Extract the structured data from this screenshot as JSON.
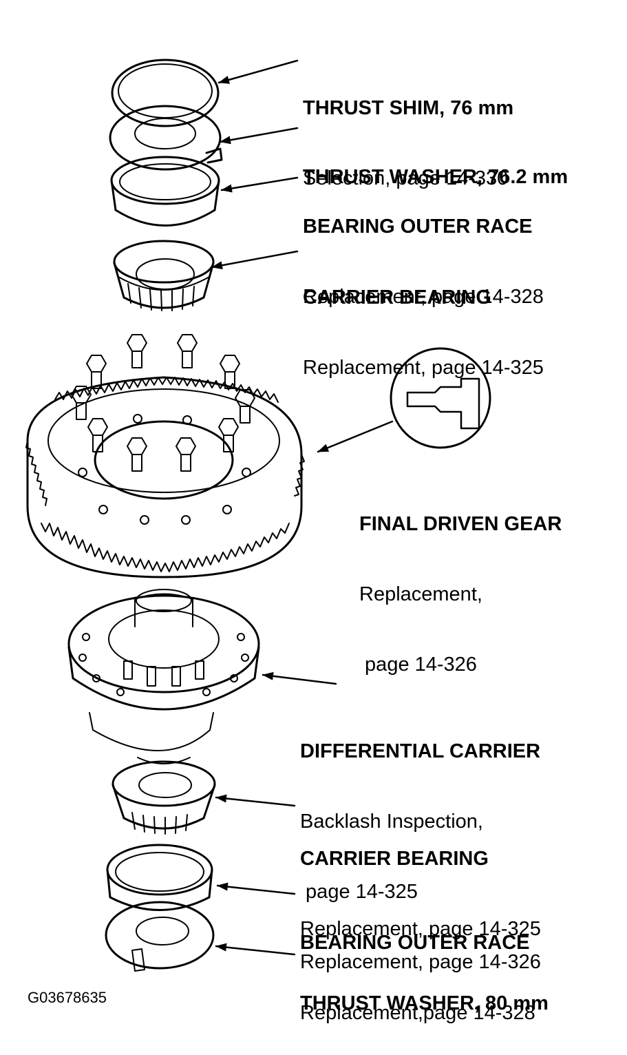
{
  "figure_id": "G03678635",
  "callouts": [
    {
      "id": "thrust-shim-76",
      "title": "THRUST SHIM, 76 mm",
      "lines": [
        "Selection, page 14-330"
      ]
    },
    {
      "id": "thrust-washer-76",
      "title": "THRUST WASHER, 76.2 mm",
      "lines": []
    },
    {
      "id": "bearing-outer-race-top",
      "title": "BEARING OUTER RACE",
      "lines": [
        "Replacement, page 14-328"
      ]
    },
    {
      "id": "carrier-bearing-top",
      "title": "CARRIER BEARING",
      "lines": [
        "Replacement, page 14-325"
      ]
    },
    {
      "id": "final-driven-gear",
      "title": "FINAL DRIVEN GEAR",
      "lines": [
        "Replacement,",
        " page 14-326"
      ]
    },
    {
      "id": "differential-carrier",
      "title": "DIFFERENTIAL CARRIER",
      "lines": [
        "Backlash Inspection,",
        " page 14-325",
        "Replacement, page 14-326"
      ]
    },
    {
      "id": "carrier-bearing-bottom",
      "title": "CARRIER BEARING",
      "lines": [
        "Replacement, page 14-325"
      ]
    },
    {
      "id": "bearing-outer-race-bottom",
      "title": "BEARING OUTER RACE",
      "lines": [
        "Replacement,page 14-328"
      ]
    },
    {
      "id": "thrust-washer-80",
      "title": "THRUST WASHER, 80 mm",
      "lines": []
    }
  ]
}
